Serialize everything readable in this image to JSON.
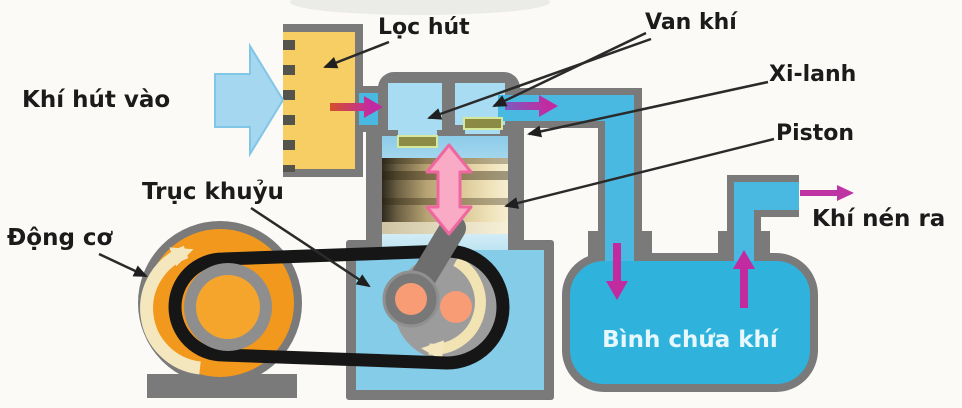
{
  "diagram": {
    "labels": {
      "intake": "Khí hút vào",
      "filter": "Lọc hút",
      "valve": "Van khí",
      "cylinder": "Xi-lanh",
      "piston": "Piston",
      "crankshaft": "Trục khuỷu",
      "motor": "Động cơ",
      "outlet": "Khí nén ra",
      "tank": "Bình chứa khí"
    },
    "colors": {
      "pipe_blue": "#4AB9E2",
      "chamber_blue": "#A8DCF2",
      "crankcase_blue": "#84CCE8",
      "tank_blue": "#2FB3DC",
      "filter_yellow": "#F6CE63",
      "motor_orange": "#F2991D",
      "hub_orange": "#F5A42C",
      "structure_gray": "#7A7A7A",
      "crank_gray": "#9C9C9C",
      "pin_salmon": "#F89C75",
      "magenta": "#C22BA0",
      "outlet_magenta": "#BE34A2",
      "pink_fill": "#F9ABC6",
      "pink_stroke": "#EE679F",
      "belt_black": "#161616",
      "cream": "#F4E7BE",
      "intake_blue": "#A5D7F0"
    }
  }
}
